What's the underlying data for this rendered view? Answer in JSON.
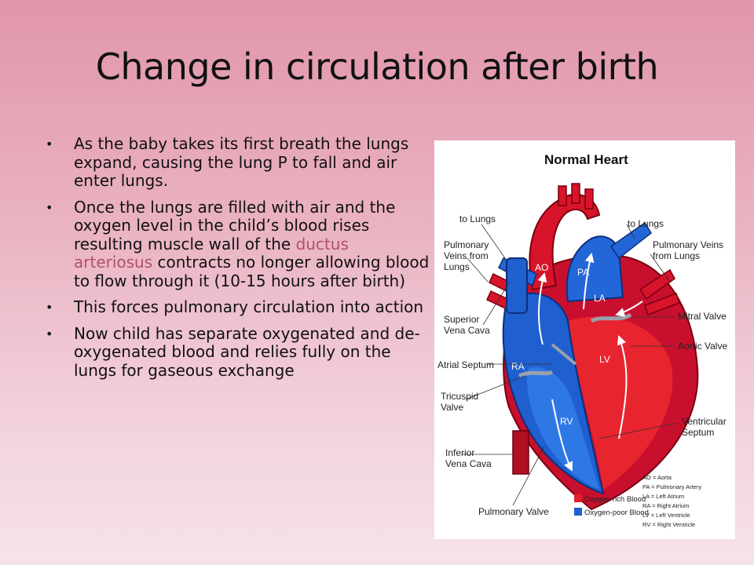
{
  "slide": {
    "title": "Change in circulation after birth",
    "bullets": [
      {
        "text": "As the baby takes its first breath the lungs expand, causing the lung P to fall and air enter lungs."
      },
      {
        "before": "Once the lungs are filled with air and the oxygen level in the child’s blood rises resulting muscle wall of the ",
        "highlight": "ductus arteriosus",
        "after": " contracts no longer allowing blood to flow through it (10-15 hours after birth)"
      },
      {
        "text": "This forces pulmonary circulation into action"
      },
      {
        "text": "Now child has separate oxygenated and de-oxygenated blood and relies fully on the lungs for gaseous exchange"
      }
    ],
    "highlight_color": "#b0506e"
  },
  "figure": {
    "title": "Normal Heart",
    "labels": {
      "to_lungs_left": "to Lungs",
      "to_lungs_right": "to Lungs",
      "pulm_veins_left": [
        "Pulmonary",
        "Veins from",
        "Lungs"
      ],
      "pulm_veins_right": [
        "Pulmonary Veins",
        "from Lungs"
      ],
      "superior_vena_cava": [
        "Superior",
        "Vena Cava"
      ],
      "atrial_septum": "Atrial Septum",
      "tricuspid_valve": [
        "Tricuspid",
        "Valve"
      ],
      "inferior_vena_cava": [
        "Inferior",
        "Vena Cava"
      ],
      "pulmonary_valve": "Pulmonary Valve",
      "mitral_valve": "Mitral Valve",
      "aortic_valve": "Aortic Valve",
      "ventricular_septum": [
        "Ventricular",
        "Septum"
      ]
    },
    "chambers": {
      "ao": "AO",
      "pa": "PA",
      "la": "LA",
      "lv": "LV",
      "ra": "RA",
      "rv": "RV"
    },
    "abbreviations": [
      "AO = Aorta",
      "PA = Pulmonary Artery",
      "LA = Left Atrium",
      "RA = Right Atrium",
      "LV = Left Ventricle",
      "RV = Right Ventricle"
    ],
    "legend": [
      {
        "label": "Oxygen-rich Blood",
        "color": "#e0202a"
      },
      {
        "label": "Oxygen-poor Blood",
        "color": "#1e5fd0"
      }
    ]
  }
}
